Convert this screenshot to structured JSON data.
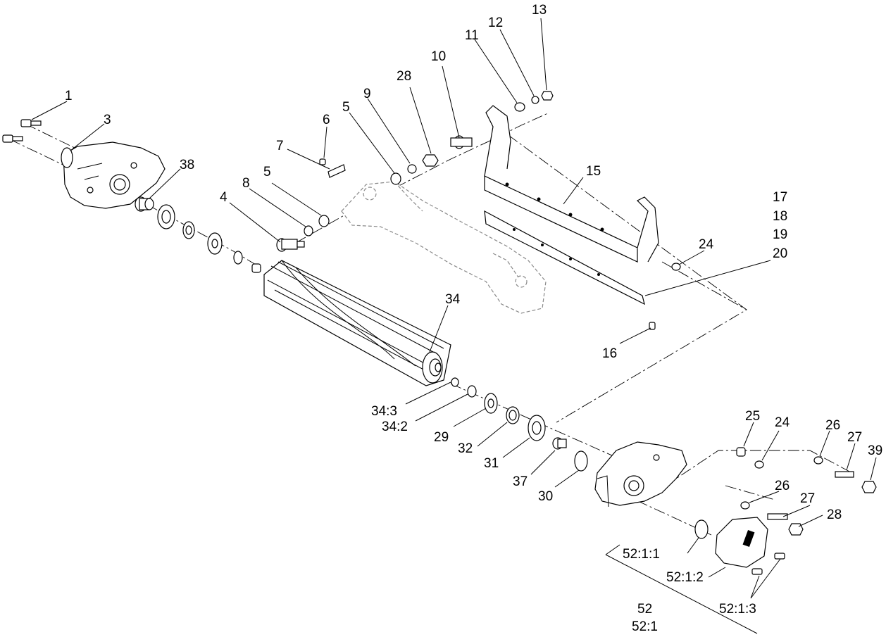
{
  "labels": {
    "l1": "1",
    "l3": "3",
    "l38": "38",
    "l6": "6",
    "l7": "7",
    "l5a": "5",
    "l5b": "5",
    "l9": "9",
    "l28a": "28",
    "l10": "10",
    "l11": "11",
    "l12": "12",
    "l13": "13",
    "l8": "8",
    "l4": "4",
    "l15": "15",
    "l17": "17",
    "l18": "18",
    "l19": "19",
    "l20": "20",
    "l24a": "24",
    "l16": "16",
    "l34": "34",
    "l34_3": "34:3",
    "l34_2": "34:2",
    "l29": "29",
    "l32": "32",
    "l31": "31",
    "l37": "37",
    "l30": "30",
    "l25": "25",
    "l24b": "24",
    "l26a": "26",
    "l27a": "27",
    "l39": "39",
    "l26b": "26",
    "l27b": "27",
    "l28b": "28",
    "l52_1_1": "52:1:1",
    "l52_1_2": "52:1:2",
    "l52_1_3": "52:1:3",
    "l52": "52",
    "l52_1": "52:1"
  }
}
